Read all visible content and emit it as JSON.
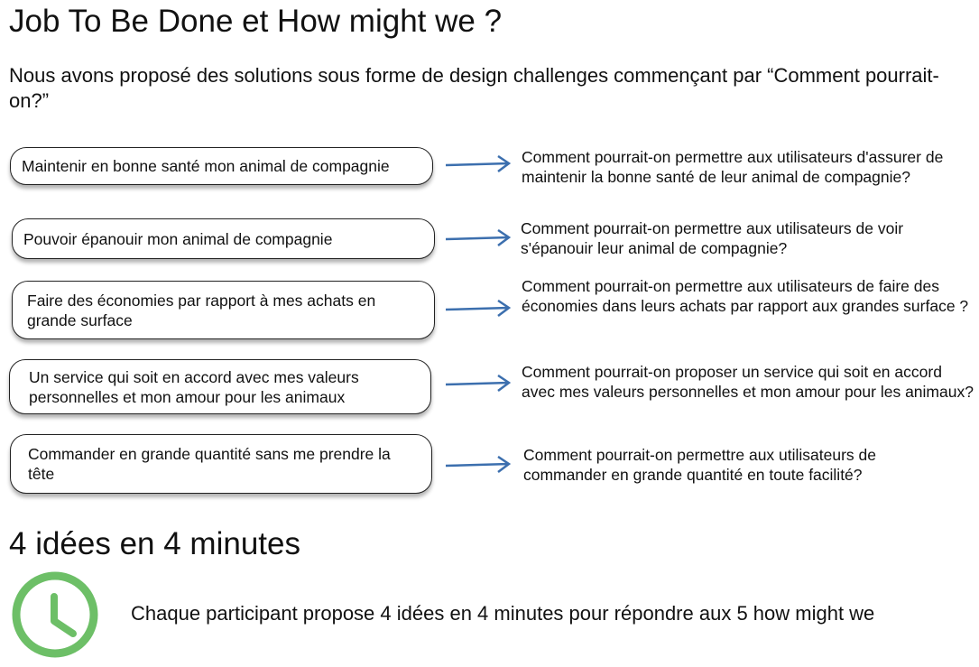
{
  "title1": "Job To Be Done et How might we ?",
  "intro": "Nous avons proposé des solutions sous forme de design challenges commençant par “Comment pourrait-on?”",
  "rows": [
    {
      "job": "Maintenir en bonne santé mon animal de compagnie",
      "hmw": "Comment pourrait-on permettre aux utilisateurs d'assurer de maintenir la bonne santé de leur animal de compagnie?"
    },
    {
      "job": "Pouvoir épanouir mon animal de compagnie",
      "hmw": "Comment pourrait-on permettre aux utilisateurs de voir s'épanouir leur animal de compagnie?"
    },
    {
      "job": "Faire des économies par rapport à mes achats en grande surface",
      "hmw": "Comment pourrait-on permettre aux utilisateurs de faire des économies dans leurs achats par rapport aux grandes surface ?"
    },
    {
      "job": "Un service qui soit en accord avec mes valeurs personnelles et mon amour pour les animaux",
      "hmw": "Comment pourrait-on proposer un service qui soit en accord avec mes valeurs personnelles et mon amour pour les animaux?"
    },
    {
      "job": "Commander en grande quantité sans me prendre la tête",
      "hmw": "Comment pourrait-on permettre aux utilisateurs de commander en grande quantité en toute facilité?"
    }
  ],
  "title2": "4 idées en 4 minutes",
  "description": "Chaque participant propose 4 idées en 4 minutes pour répondre aux 5 how might we",
  "colors": {
    "arrow": "#3c6fae",
    "clock": "#6dbf67"
  }
}
